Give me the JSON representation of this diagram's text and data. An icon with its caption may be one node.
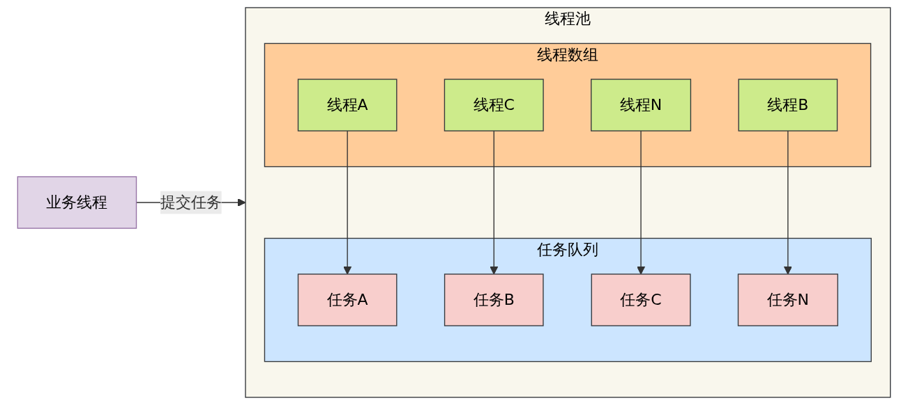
{
  "diagram": {
    "nodes": [
      {
        "text": [
          "业务线程"
        ]
      },
      {
        "text": [
          "线程池"
        ]
      },
      {
        "text": [
          "任务队列"
        ],
        "in": 1
      },
      {
        "text": [
          "任务A"
        ],
        "in": 2
      },
      {
        "text": [
          "任务B"
        ],
        "in": 2
      },
      {
        "text": [
          "任务C"
        ],
        "in": 2
      },
      {
        "text": [
          "任务N"
        ],
        "in": 2
      },
      {
        "text": [
          "线程数组"
        ],
        "in": 1
      },
      {
        "text": [
          "线程A"
        ],
        "in": 7
      },
      {
        "text": [
          "线程B"
        ],
        "in": 7
      },
      {
        "text": [
          "线程C"
        ],
        "in": 7
      },
      {
        "text": [
          "线程N"
        ],
        "in": 7
      }
    ],
    "edges": [
      {
        "from": 0,
        "to": 1,
        "arrow": "to",
        "label": "提交任务"
      },
      {
        "from": 8,
        "to": 3,
        "arrow": "to"
      },
      {
        "from": 10,
        "to": 4,
        "arrow": "to"
      },
      {
        "from": 11,
        "to": 5,
        "arrow": "to"
      },
      {
        "from": 9,
        "to": 6,
        "arrow": "to"
      }
    ]
  }
}
